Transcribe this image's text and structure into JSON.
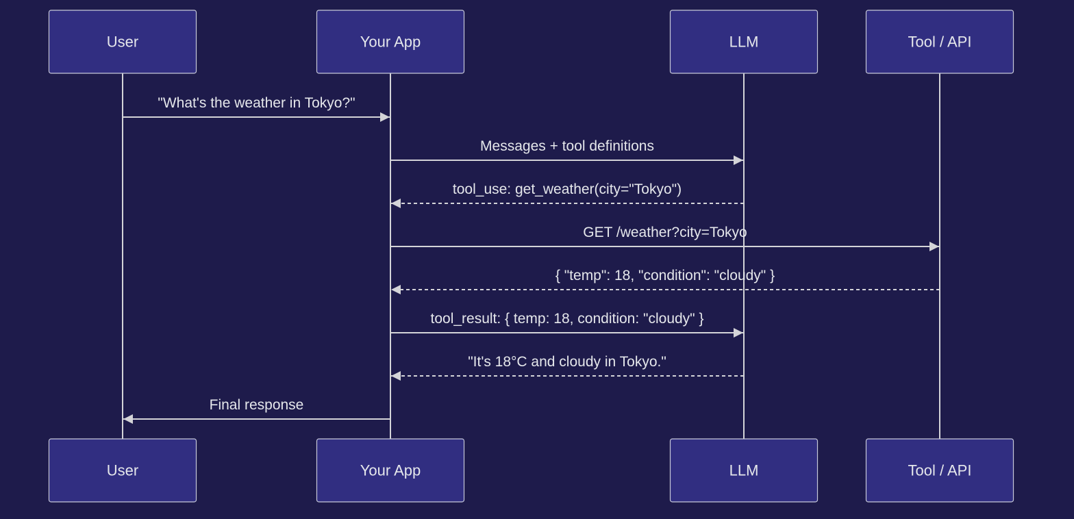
{
  "theme": {
    "background": "#1e1b4b",
    "actor_fill": "#312e81",
    "actor_stroke": "#c7c9d9",
    "line_color": "#d4d4d8",
    "text_color": "#e5e7eb"
  },
  "participants": [
    {
      "id": "user",
      "label": "User"
    },
    {
      "id": "app",
      "label": "Your App"
    },
    {
      "id": "llm",
      "label": "LLM"
    },
    {
      "id": "tool",
      "label": "Tool / API"
    }
  ],
  "messages": [
    {
      "from": "user",
      "to": "app",
      "label": "\"What's the weather in Tokyo?\"",
      "style": "solid"
    },
    {
      "from": "app",
      "to": "llm",
      "label": "Messages + tool definitions",
      "style": "solid"
    },
    {
      "from": "llm",
      "to": "app",
      "label": "tool_use: get_weather(city=\"Tokyo\")",
      "style": "dashed"
    },
    {
      "from": "app",
      "to": "tool",
      "label": "GET /weather?city=Tokyo",
      "style": "solid"
    },
    {
      "from": "tool",
      "to": "app",
      "label": "{ \"temp\": 18, \"condition\": \"cloudy\" }",
      "style": "dashed"
    },
    {
      "from": "app",
      "to": "llm",
      "label": "tool_result: { temp: 18, condition: \"cloudy\" }",
      "style": "solid"
    },
    {
      "from": "llm",
      "to": "app",
      "label": "\"It's 18°C and cloudy in Tokyo.\"",
      "style": "dashed"
    },
    {
      "from": "app",
      "to": "user",
      "label": "Final response",
      "style": "solid"
    }
  ]
}
